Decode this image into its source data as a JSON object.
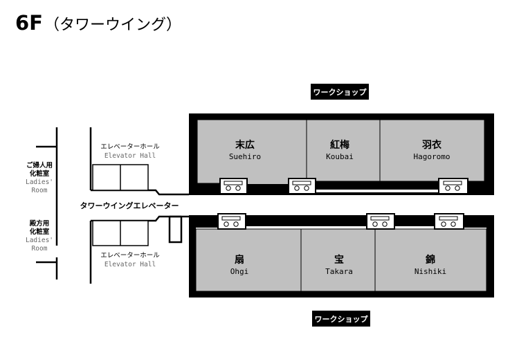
{
  "floor": {
    "number": "6F",
    "wing": "（タワーウイング）"
  },
  "workshop_top": "ワークショップ",
  "workshop_bottom": "ワークショップ",
  "corridor": "タワーウイングエレベーター",
  "elevator_hall_top": {
    "jp": "エレベーターホール",
    "en": "Elevator Hall"
  },
  "elevator_hall_bottom": {
    "jp": "エレベーターホール",
    "en": "Elevator Hall"
  },
  "restroom_ladies": {
    "line1": "ご婦人用",
    "line2": "化粧室",
    "en1": "Ladies'",
    "en2": "Room"
  },
  "restroom_gents": {
    "line1": "殿方用",
    "line2": "化粧室",
    "en1": "Ladies'",
    "en2": "Room"
  },
  "rooms_north": [
    {
      "jp": "末広",
      "en": "Suehiro"
    },
    {
      "jp": "紅梅",
      "en": "Koubai"
    },
    {
      "jp": "羽衣",
      "en": "Hagoromo"
    }
  ],
  "rooms_south": [
    {
      "jp": "扇",
      "en": "Ohgi"
    },
    {
      "jp": "宝",
      "en": "Takara"
    },
    {
      "jp": "錦",
      "en": "Nishiki"
    }
  ],
  "colors": {
    "room_fill": "#c0c0c0",
    "wall": "#000000",
    "workshop_bg": "#000000"
  }
}
